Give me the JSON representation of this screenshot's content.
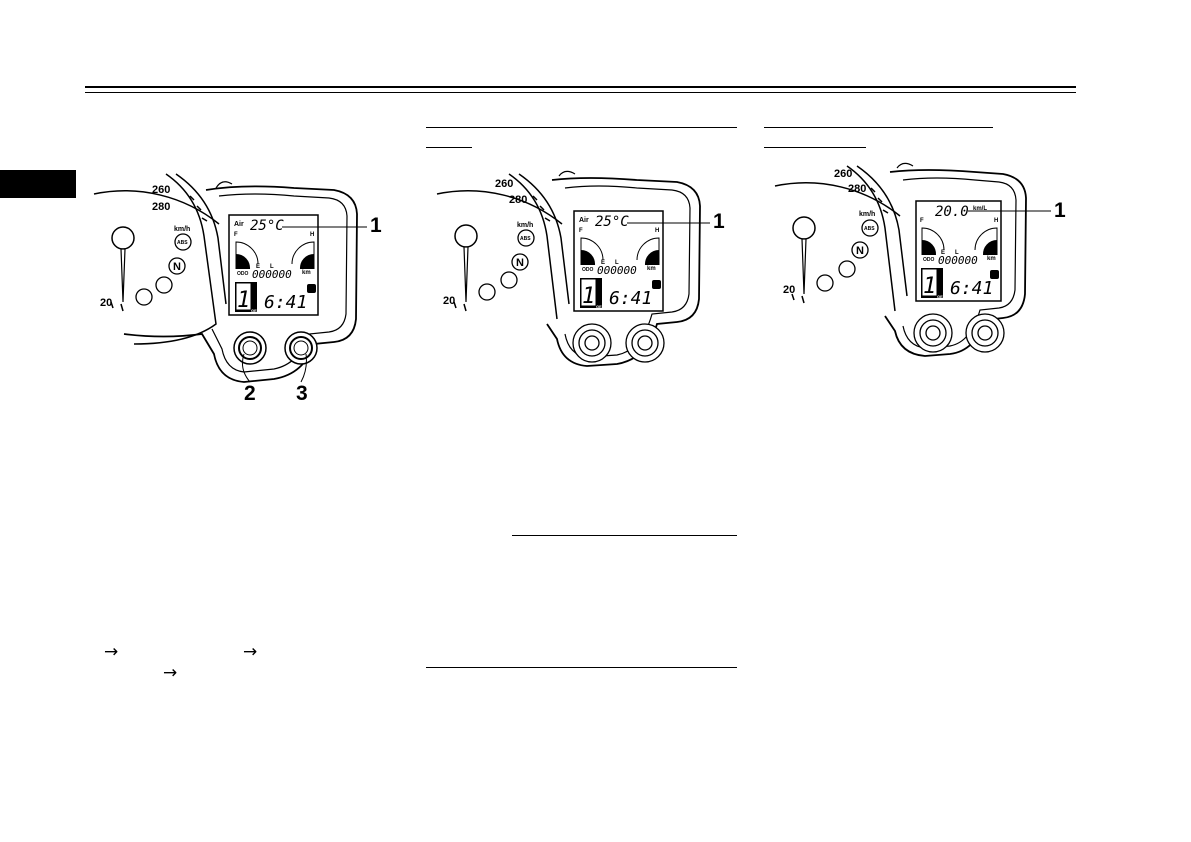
{
  "figures": [
    {
      "speed_labels": [
        "260",
        "280",
        "20"
      ],
      "speed_unit": "km/h",
      "lcd": {
        "top_label": "Air",
        "top_value": "25°C",
        "fuel_full": "F",
        "fuel_empty": "E",
        "temp_low": "L",
        "temp_high": "H",
        "odo_label": "ODO",
        "odo_value": "000000",
        "odo_unit": "km",
        "gear": "1",
        "gear_label": "GEAR",
        "clock": "6:41"
      },
      "indicators": {
        "abs": "ABS",
        "neutral": "N"
      },
      "callouts": [
        "1",
        "2",
        "3"
      ]
    },
    {
      "speed_labels": [
        "260",
        "280",
        "20"
      ],
      "speed_unit": "km/h",
      "lcd": {
        "top_label": "Air",
        "top_value": "25°C",
        "fuel_full": "F",
        "fuel_empty": "E",
        "temp_low": "L",
        "temp_high": "H",
        "odo_label": "ODO",
        "odo_value": "000000",
        "odo_unit": "km",
        "gear": "1",
        "gear_label": "GEAR",
        "clock": "6:41"
      },
      "indicators": {
        "abs": "ABS",
        "neutral": "N"
      },
      "callouts": [
        "1"
      ]
    },
    {
      "speed_labels": [
        "260",
        "280",
        "20"
      ],
      "speed_unit": "km/h",
      "lcd": {
        "top_label": "",
        "top_value": "20.0",
        "top_unit": "km/L",
        "fuel_full": "F",
        "fuel_empty": "E",
        "temp_low": "L",
        "temp_high": "H",
        "odo_label": "ODO",
        "odo_value": "000000",
        "odo_unit": "km",
        "gear": "1",
        "gear_label": "GEAR",
        "clock": "6:41"
      },
      "indicators": {
        "abs": "ABS",
        "neutral": "N"
      },
      "callouts": [
        "1"
      ]
    }
  ],
  "arrows": [
    "→",
    "→",
    "→"
  ]
}
